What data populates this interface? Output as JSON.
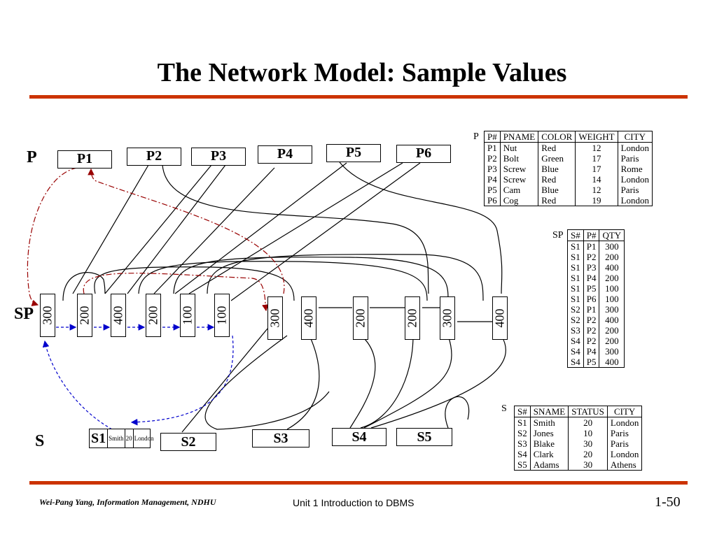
{
  "title": "The Network Model: Sample Values",
  "labels": {
    "p": "P",
    "sp": "SP",
    "s": "S"
  },
  "p_records": [
    "P1",
    "P2",
    "P3",
    "P4",
    "P5",
    "P6"
  ],
  "sp_records": [
    "300",
    "200",
    "400",
    "200",
    "100",
    "100",
    "300",
    "400",
    "200",
    "200",
    "300",
    "400"
  ],
  "s_records": [
    "S1",
    "S2",
    "S3",
    "S4",
    "S5"
  ],
  "s1_fields": {
    "name": "Smith",
    "status": "20",
    "city": "London"
  },
  "p_table": {
    "label": "P",
    "headers": [
      "P#",
      "PNAME",
      "COLOR",
      "WEIGHT",
      "CITY"
    ],
    "rows": [
      [
        "P1",
        "Nut",
        "Red",
        "12",
        "London"
      ],
      [
        "P2",
        "Bolt",
        "Green",
        "17",
        "Paris"
      ],
      [
        "P3",
        "Screw",
        "Blue",
        "17",
        "Rome"
      ],
      [
        "P4",
        "Screw",
        "Red",
        "14",
        "London"
      ],
      [
        "P5",
        "Cam",
        "Blue",
        "12",
        "Paris"
      ],
      [
        "P6",
        "Cog",
        "Red",
        "19",
        "London"
      ]
    ]
  },
  "sp_table": {
    "label": "SP",
    "headers": [
      "S#",
      "P#",
      "QTY"
    ],
    "rows": [
      [
        "S1",
        "P1",
        "300"
      ],
      [
        "S1",
        "P2",
        "200"
      ],
      [
        "S1",
        "P3",
        "400"
      ],
      [
        "S1",
        "P4",
        "200"
      ],
      [
        "S1",
        "P5",
        "100"
      ],
      [
        "S1",
        "P6",
        "100"
      ],
      [
        "S2",
        "P1",
        "300"
      ],
      [
        "S2",
        "P2",
        "400"
      ],
      [
        "S3",
        "P2",
        "200"
      ],
      [
        "S4",
        "P2",
        "200"
      ],
      [
        "S4",
        "P4",
        "300"
      ],
      [
        "S4",
        "P5",
        "400"
      ]
    ]
  },
  "s_table": {
    "label": "S",
    "headers": [
      "S#",
      "SNAME",
      "STATUS",
      "CITY"
    ],
    "rows": [
      [
        "S1",
        "Smith",
        "20",
        "London"
      ],
      [
        "S2",
        "Jones",
        "10",
        "Paris"
      ],
      [
        "S3",
        "Blake",
        "30",
        "Paris"
      ],
      [
        "S4",
        "Clark",
        "20",
        "London"
      ],
      [
        "S5",
        "Adams",
        "30",
        "Athens"
      ]
    ]
  },
  "footer": {
    "author": "Wei-Pang Yang, Information Management, NDHU",
    "unit": "Unit 1  Introduction to DBMS",
    "page": "1-50"
  },
  "colors": {
    "rule": "#cc3300",
    "s1_chain": "#0000cc",
    "p1_chain": "#990000"
  }
}
